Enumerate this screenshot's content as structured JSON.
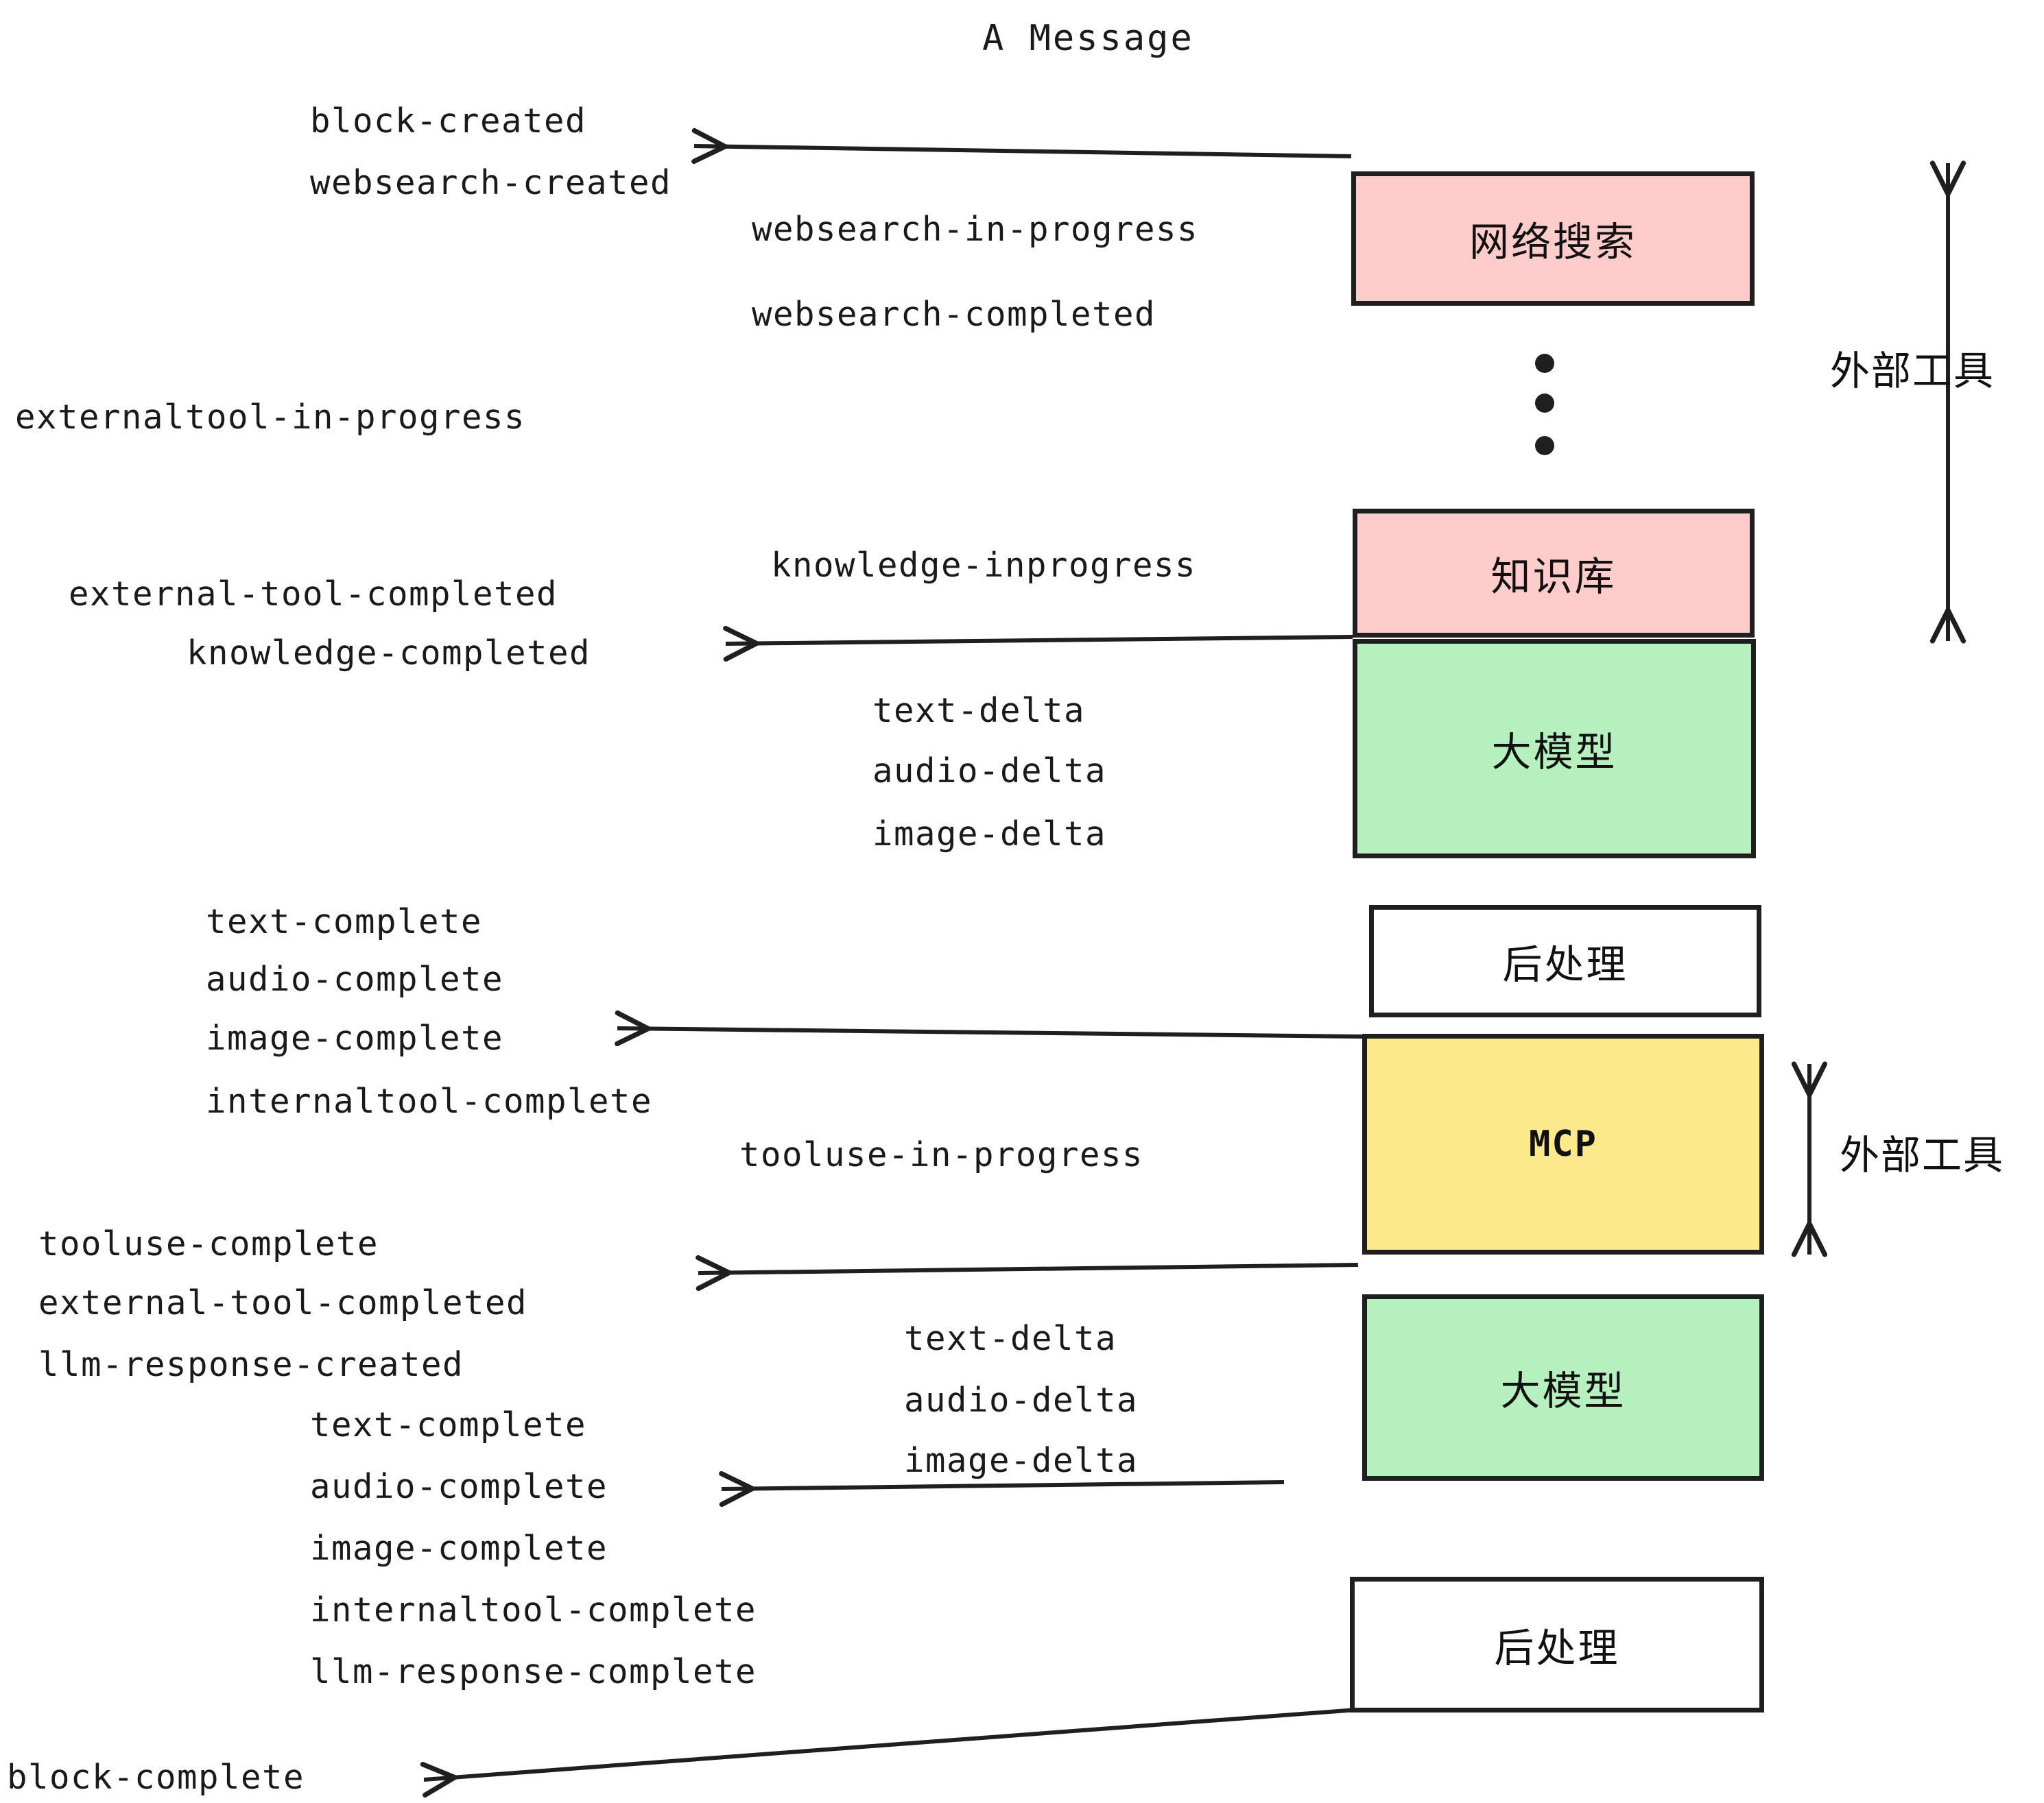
{
  "title": "A Message",
  "colors": {
    "pink": "#FFCCCC",
    "green": "#B6F0BF",
    "yellow": "#FBE98C",
    "white": "#FFFFFF",
    "stroke": "#1F1F20",
    "text": "#1A1A1A"
  },
  "nodes": [
    {
      "id": "websearch",
      "label": "网络搜索",
      "fill": "#FFCCCC"
    },
    {
      "id": "knowledge",
      "label": "知识库",
      "fill": "#FFCCCC"
    },
    {
      "id": "llm-1",
      "label": "大模型",
      "fill": "#B6F0BF"
    },
    {
      "id": "postprocess-1",
      "label": "后处理",
      "fill": "#FFFFFF"
    },
    {
      "id": "mcp",
      "label": "MCP",
      "fill": "#FBE98C"
    },
    {
      "id": "llm-2",
      "label": "大模型",
      "fill": "#B6F0BF"
    },
    {
      "id": "postprocess-2",
      "label": "后处理",
      "fill": "#FFFFFF"
    }
  ],
  "group_labels": [
    {
      "id": "external-tools-top",
      "label": "外部工具"
    },
    {
      "id": "external-tools-bottom",
      "label": "外部工具"
    }
  ],
  "events": [
    {
      "id": "block-created",
      "text": "block-created"
    },
    {
      "id": "websearch-created",
      "text": "websearch-created"
    },
    {
      "id": "websearch-in-progress",
      "text": "websearch-in-progress"
    },
    {
      "id": "websearch-completed",
      "text": "websearch-completed"
    },
    {
      "id": "externaltool-in-progress",
      "text": "externaltool-in-progress"
    },
    {
      "id": "knowledge-inprogress",
      "text": "knowledge-inprogress"
    },
    {
      "id": "external-tool-completed-1",
      "text": "external-tool-completed"
    },
    {
      "id": "knowledge-completed",
      "text": "knowledge-completed"
    },
    {
      "id": "text-delta-1",
      "text": "text-delta"
    },
    {
      "id": "audio-delta-1",
      "text": "audio-delta"
    },
    {
      "id": "image-delta-1",
      "text": "image-delta"
    },
    {
      "id": "text-complete-1",
      "text": "text-complete"
    },
    {
      "id": "audio-complete-1",
      "text": "audio-complete"
    },
    {
      "id": "image-complete-1",
      "text": "image-complete"
    },
    {
      "id": "internaltool-complete-1",
      "text": "internaltool-complete"
    },
    {
      "id": "tooluse-in-progress",
      "text": "tooluse-in-progress"
    },
    {
      "id": "tooluse-complete",
      "text": "tooluse-complete"
    },
    {
      "id": "external-tool-completed-2",
      "text": "external-tool-completed"
    },
    {
      "id": "llm-response-created",
      "text": "llm-response-created"
    },
    {
      "id": "text-delta-2",
      "text": "text-delta"
    },
    {
      "id": "audio-delta-2",
      "text": "audio-delta"
    },
    {
      "id": "image-delta-2",
      "text": "image-delta"
    },
    {
      "id": "text-complete-2",
      "text": "text-complete"
    },
    {
      "id": "audio-complete-2",
      "text": "audio-complete"
    },
    {
      "id": "image-complete-2",
      "text": "image-complete"
    },
    {
      "id": "internaltool-complete-2",
      "text": "internaltool-complete"
    },
    {
      "id": "llm-response-complete",
      "text": "llm-response-complete"
    },
    {
      "id": "block-complete",
      "text": "block-complete"
    }
  ],
  "ellipsis_dots": 3
}
